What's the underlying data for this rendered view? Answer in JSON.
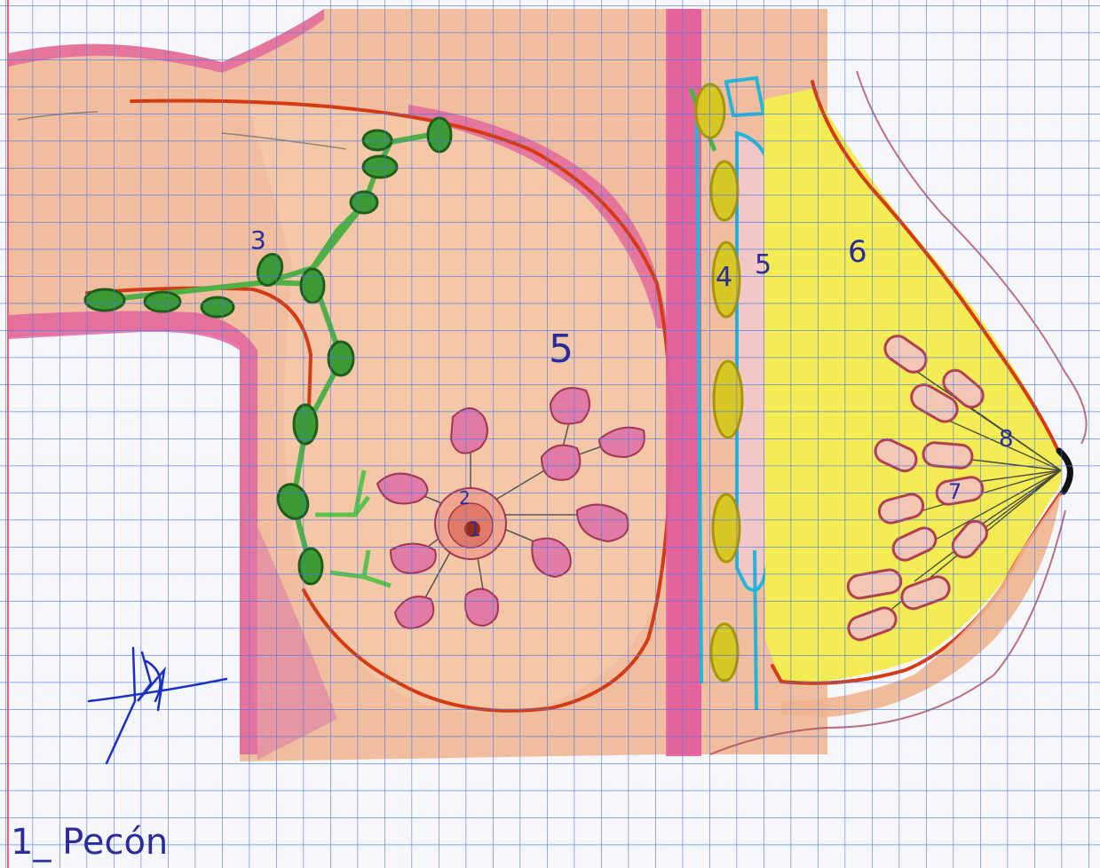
{
  "labels": {
    "front_nipple": "1",
    "front_areola": "2",
    "axillary_nodes": "3",
    "front_parenchyma": "5",
    "side_ribs": "4",
    "side_muscle": "5",
    "side_fat": "6",
    "side_lobules": "7",
    "side_ducts": "8"
  },
  "caption": "1_ Pecón",
  "colors": {
    "grid_line": "#4a78e6",
    "paper": "#f6f7fb",
    "skin": "#efb48e",
    "pink": "#e0559b",
    "outline_red": "#d63a10",
    "node_green": "#2f8a2a",
    "node_green_light": "#5bc24c",
    "fat_yellow": "#f3ec55",
    "rib_yellow": "#d8c624",
    "cyan": "#23b6d8",
    "ink_blue": "#2a2c9a",
    "nipple_black": "#111111"
  }
}
